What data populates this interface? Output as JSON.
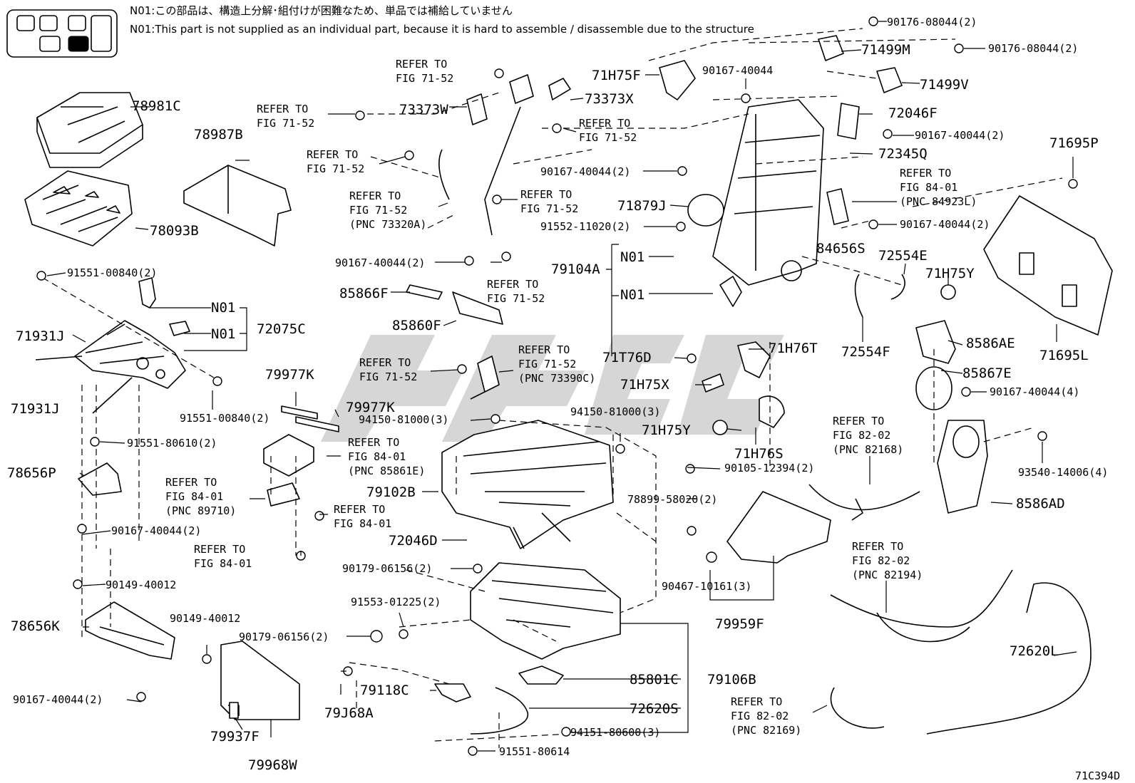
{
  "notes": {
    "jp": "N01:この部品は、構造上分解･組付けが困難なため、単品では補給していません",
    "en": "N01:This part is not supplied as an individual part, because it is hard to assemble / disassemble due to the structure"
  },
  "diagram_code": "71C394D",
  "labels": {
    "l1": "90176-08044(2)",
    "l2": "71499M",
    "l3": "90176-08044(2)",
    "l4": "71499V",
    "l5": "71H75F",
    "l6": "90167-40044",
    "l7": "72046F",
    "l8": "90167-40044(2)",
    "l9": "72345Q",
    "l10": "71695P",
    "l11": "REFER TO",
    "l12": "FIG 84-01",
    "l13": "(PNC 84923L)",
    "l14": "90167-40044(2)",
    "l15": "84656S",
    "l16": "72554E",
    "l17": "71H75Y",
    "l18": "71695L",
    "l19": "72554F",
    "l20": "8586AE",
    "l21": "85867E",
    "l22": "90167-40044(4)",
    "l23": "93540-14006(4)",
    "l24": "8586AD",
    "l25": "REFER TO",
    "l26": "FIG 82-02",
    "l27": "(PNC 82168)",
    "l28": "REFER TO",
    "l29": "FIG 82-02",
    "l30": "(PNC 82194)",
    "l31": "72620L",
    "l32": "REFER TO",
    "l33": "FIG 82-02",
    "l34": "(PNC 82169)",
    "l35": "78981C",
    "l36": "78987B",
    "l37": "78093B",
    "l38": "REFER TO",
    "l39": "FIG 71-52",
    "l40": "73373W",
    "l41": "73373X",
    "l42": "REFER TO",
    "l43": "FIG 71-52",
    "l44": "REFER TO",
    "l45": "FIG 71-52",
    "l46": "REFER TO",
    "l47": "FIG 71-52",
    "l48": "REFER TO",
    "l49": "FIG 71-52",
    "l50": "(PNC 73320A)",
    "l51": "REFER TO",
    "l52": "FIG 71-52",
    "l53": "90167-40044(2)",
    "l54": "71879J",
    "l55": "91552-11020(2)",
    "l56": "79104A",
    "l57": "N01",
    "l58": "N01",
    "l59": "90167-40044(2)",
    "l60": "REFER TO",
    "l61": "FIG 71-52",
    "l62": "85866F",
    "l63": "85860F",
    "l64": "91551-00840(2)",
    "l65": "N01",
    "l66": "N01",
    "l67": "72075C",
    "l68": "71931J",
    "l69": "71931J",
    "l70": "91551-00840(2)",
    "l71": "91551-80610(2)",
    "l72": "78656P",
    "l73": "90167-40044(2)",
    "l74": "90149-40012",
    "l75": "78656K",
    "l76": "90149-40012",
    "l77": "90167-40044(2)",
    "l78": "REFER TO",
    "l79": "FIG 71-52",
    "l80": "REFER TO",
    "l81": "FIG 71-52",
    "l82": "(PNC 73390C)",
    "l83": "71T76D",
    "l84": "71H76T",
    "l85": "71H75X",
    "l86": "71H75Y",
    "l87": "71H76S",
    "l88": "79977K",
    "l89": "79977K",
    "l90": "94150-81000(3)",
    "l91": "94150-81000(3)",
    "l92": "REFER TO",
    "l93": "FIG 84-01",
    "l94": "(PNC 85861E)",
    "l95": "79102B",
    "l96": "REFER TO",
    "l97": "FIG 84-01",
    "l98": "(PNC 89710)",
    "l99": "REFER TO",
    "l100": "FIG 84-01",
    "l101": "REFER TO",
    "l102": "FIG 84-01",
    "l103": "72046D",
    "l104": "90179-06156(2)",
    "l105": "90105-12394(2)",
    "l106": "78899-58020(2)",
    "l107": "90467-10161(3)",
    "l108": "79959F",
    "l109": "91553-01225(2)",
    "l110": "90179-06156(2)",
    "l111": "79118C",
    "l112": "85801C",
    "l113": "79106B",
    "l114": "72620S",
    "l115": "94151-80600(3)",
    "l116": "91551-80614",
    "l117": "79J68A",
    "l118": "79937F",
    "l119": "79968W"
  }
}
